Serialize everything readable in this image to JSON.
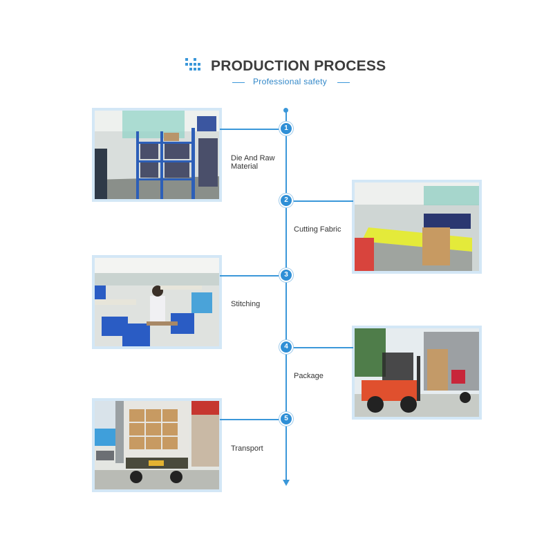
{
  "header": {
    "title": "PRODUCTION PROCESS",
    "subtitle": "Professional safety",
    "accent": "#3a97d9"
  },
  "steps": [
    {
      "number": "1",
      "label_lines": [
        "Die And Raw",
        "Material"
      ],
      "photo": "warehouse-shelves-photo",
      "side": "left"
    },
    {
      "number": "2",
      "label_lines": [
        "Cutting Fabric"
      ],
      "photo": "cutting-tables-photo",
      "side": "right"
    },
    {
      "number": "3",
      "label_lines": [
        "Stitching"
      ],
      "photo": "sewing-workshop-photo",
      "side": "left"
    },
    {
      "number": "4",
      "label_lines": [
        "Package"
      ],
      "photo": "forklift-loading-photo",
      "side": "right"
    },
    {
      "number": "5",
      "label_lines": [
        "Transport"
      ],
      "photo": "container-truck-photo",
      "side": "left"
    }
  ]
}
